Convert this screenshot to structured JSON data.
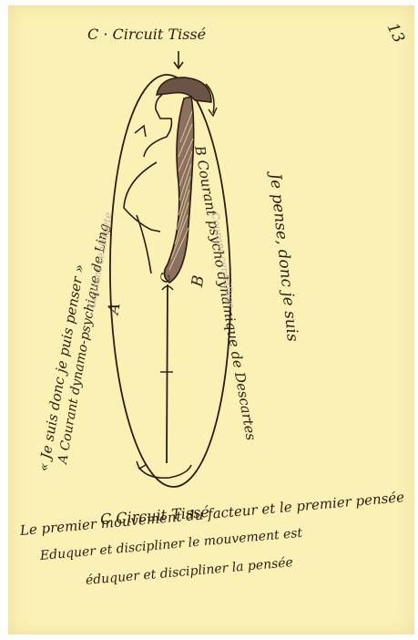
{
  "page_number": "13",
  "top_label": "C · Circuit Tissé",
  "bottom_label": "C Circuit Tissé",
  "right_margin_text": "Je pense, donc je suis",
  "left_margin_text": "« Je suis donc je puis penser »",
  "stream_b_text": "B Courant psycho dynamique de Descartes",
  "stream_b_faint_text": "Courant centrifuge",
  "stream_a_text": "A Courant dynamo-psychique de Ling",
  "stream_a_faint_text": "Courant centripète",
  "diagram_letter_a": "A",
  "diagram_letter_b": "B",
  "diagram_letter_c": "C",
  "footer_lines": [
    "Le premier mouvement du facteur et le premier pensée",
    "Eduquer et discipliner le mouvement est",
    "éduquer et discipliner la pensée"
  ],
  "ink_color": "#2b1c10",
  "paper_color": "#fbf1b4"
}
